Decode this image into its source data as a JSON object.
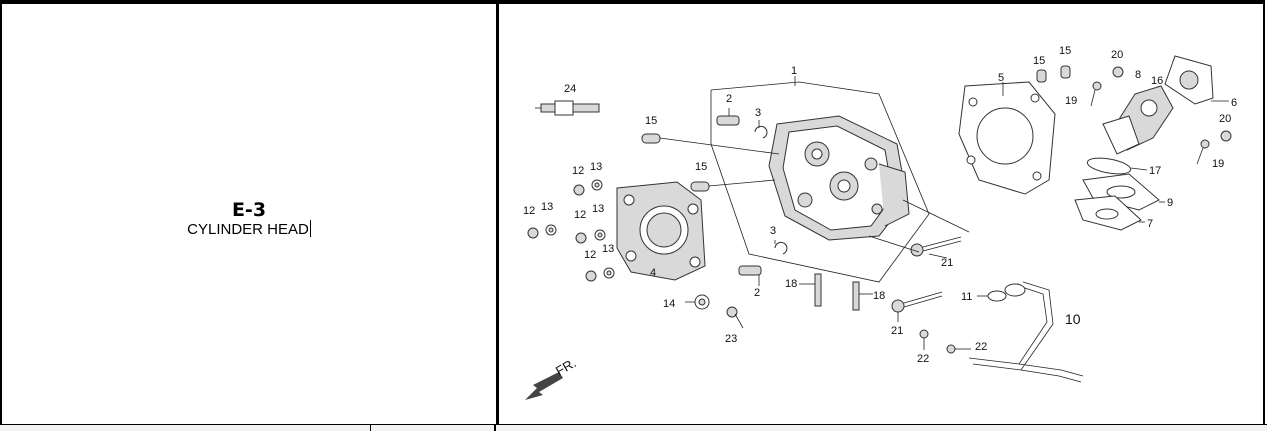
{
  "section": {
    "code": "E-3",
    "name": "CYLINDER HEAD"
  },
  "diagram": {
    "callouts": {
      "c1": "1",
      "c2a": "2",
      "c2b": "2",
      "c3a": "3",
      "c3b": "3",
      "c4": "4",
      "c5": "5",
      "c6": "6",
      "c7": "7",
      "c8": "8",
      "c9": "9",
      "c10": "10",
      "c11": "11",
      "c12a": "12",
      "c12b": "12",
      "c12c": "12",
      "c12d": "12",
      "c13a": "13",
      "c13b": "13",
      "c13c": "13",
      "c13d": "13",
      "c14": "14",
      "c15a": "15",
      "c15b": "15",
      "c15c": "15",
      "c15d": "15",
      "c16": "16",
      "c17": "17",
      "c18a": "18",
      "c18b": "18",
      "c19a": "19",
      "c19b": "19",
      "c20a": "20",
      "c20b": "20",
      "c21a": "21",
      "c21b": "21",
      "c22a": "22",
      "c22b": "22",
      "c23": "23",
      "c24": "24"
    },
    "direction_label": "FR."
  }
}
